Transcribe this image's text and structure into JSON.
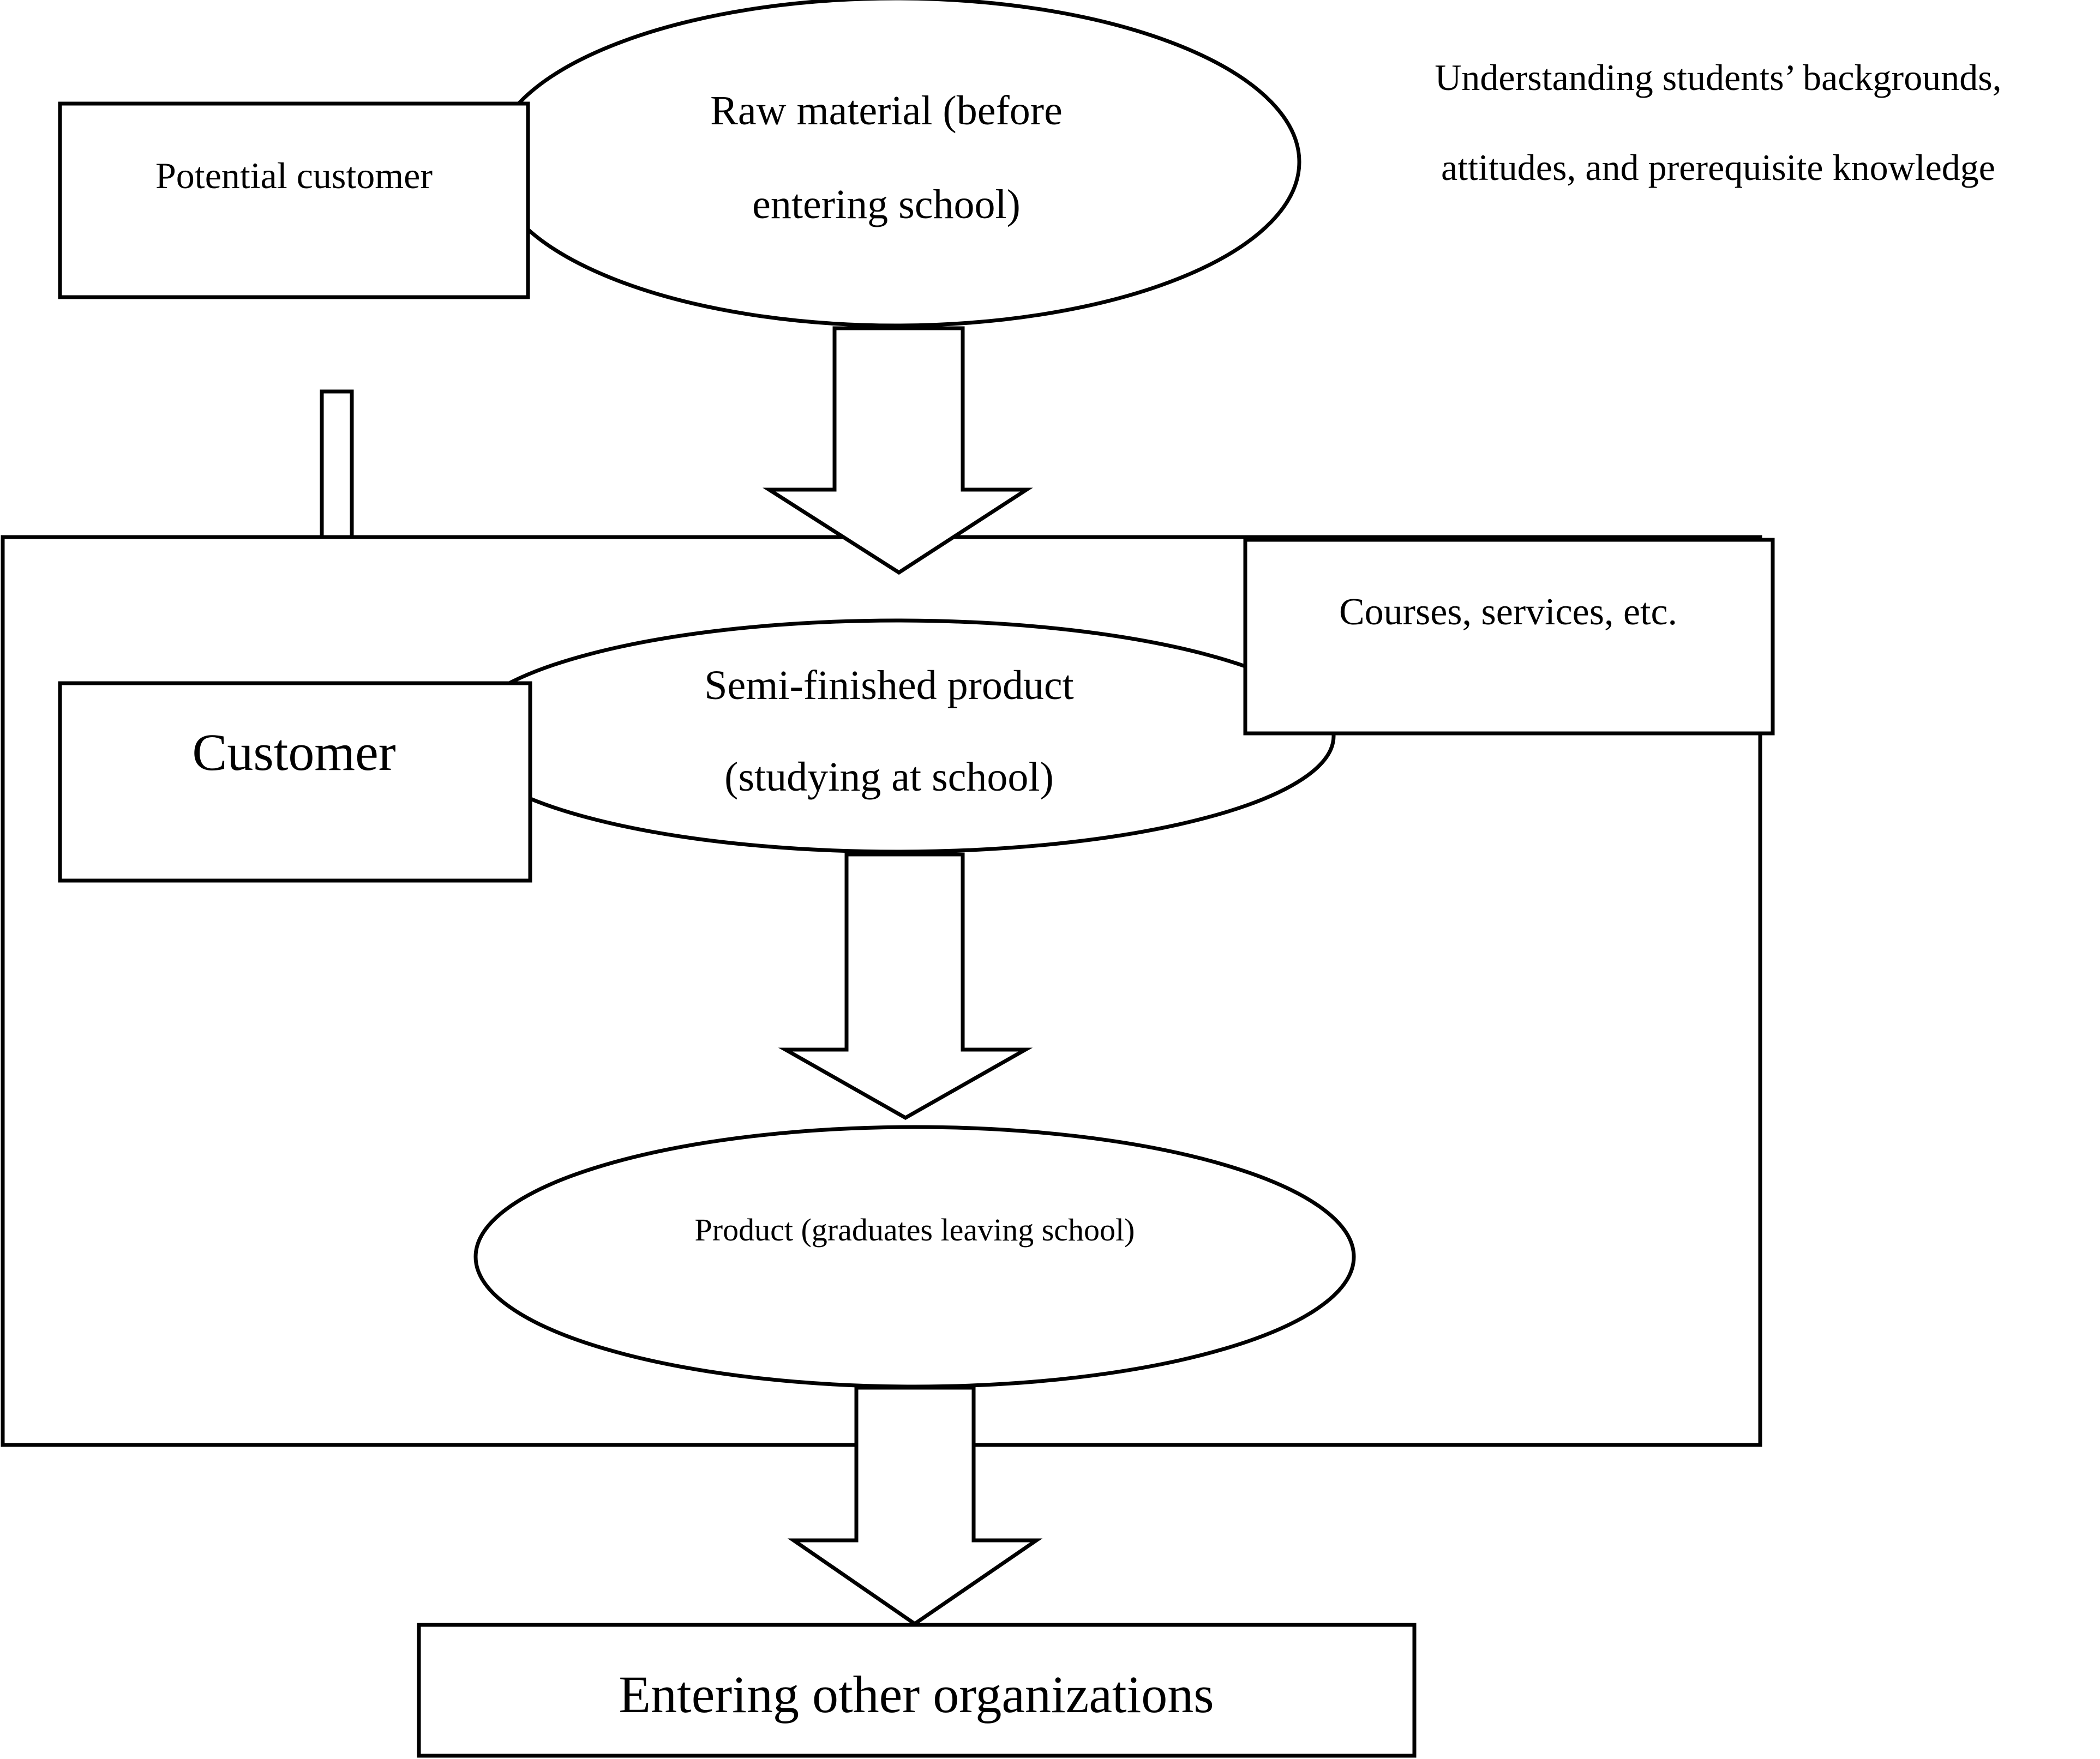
{
  "nodes": {
    "potential_customer": "Potential customer",
    "raw_material_line1": "Raw material (before",
    "raw_material_line2": "entering school)",
    "understanding_line1": "Understanding students’ backgrounds,",
    "understanding_line2": "attitudes, and prerequisite knowledge",
    "courses_services": "Courses, services, etc.",
    "customer": "Customer",
    "semi_finished_line1": "Semi-finished product",
    "semi_finished_line2": "(studying at school)",
    "product": "Product (graduates leaving school)",
    "entering_other": "Entering other organizations"
  }
}
